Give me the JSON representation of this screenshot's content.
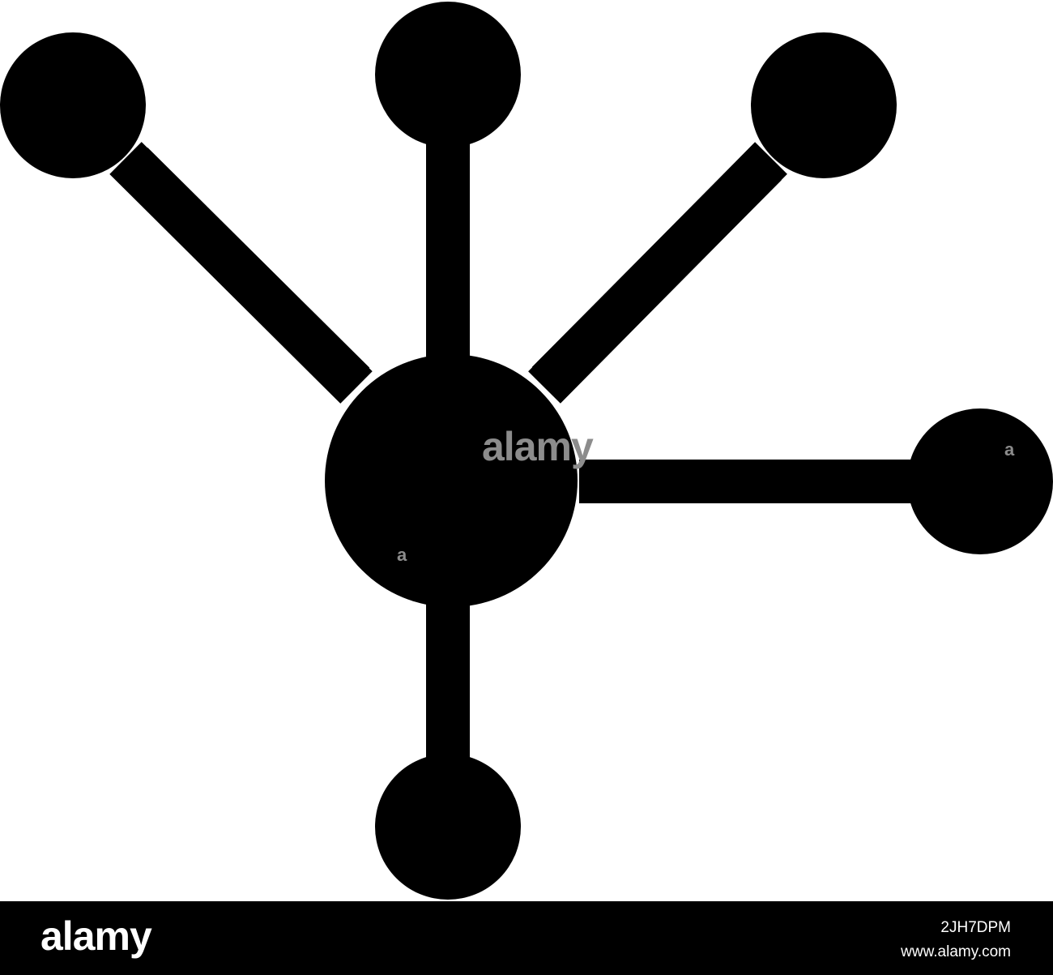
{
  "colors": {
    "icon": "#000000",
    "background": "#ffffff",
    "footer_background": "#000000",
    "footer_text": "#ffffff",
    "watermark": "#8c8c8c"
  },
  "diagram": {
    "icon_name": "network-hub-icon",
    "hub": "center-node",
    "satellites": [
      "top-left-node",
      "top-node",
      "top-right-node",
      "right-node",
      "bottom-node"
    ]
  },
  "watermark": {
    "center_text": "alamy",
    "small_marks": [
      "a",
      "a"
    ]
  },
  "footer": {
    "brand": "alamy",
    "image_id": "2JH7DPM",
    "site": "www.alamy.com"
  }
}
